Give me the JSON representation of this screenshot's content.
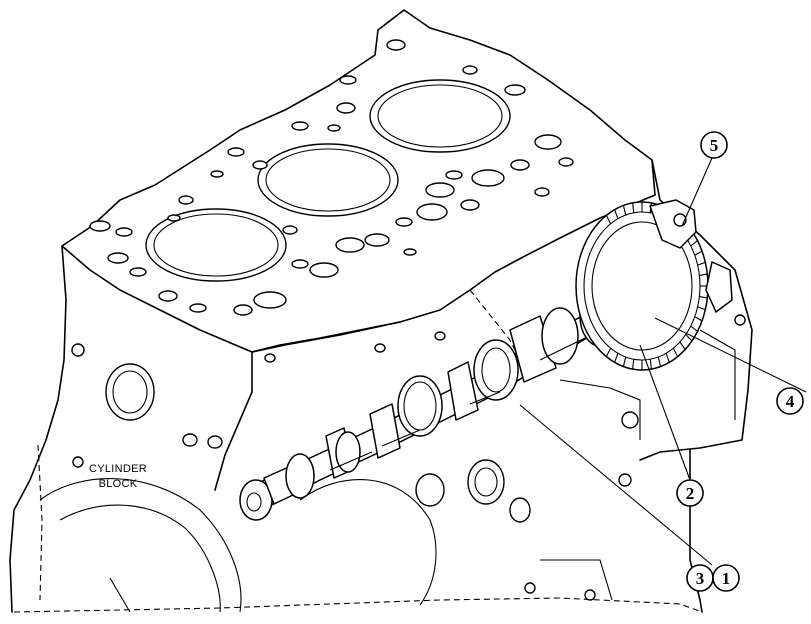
{
  "labels": {
    "cylinder_block_line1": "CYLINDER",
    "cylinder_block_line2": "BLOCK"
  },
  "callouts": {
    "c1": "1",
    "c2": "2",
    "c3": "3",
    "c4": "4",
    "c5": "5"
  }
}
